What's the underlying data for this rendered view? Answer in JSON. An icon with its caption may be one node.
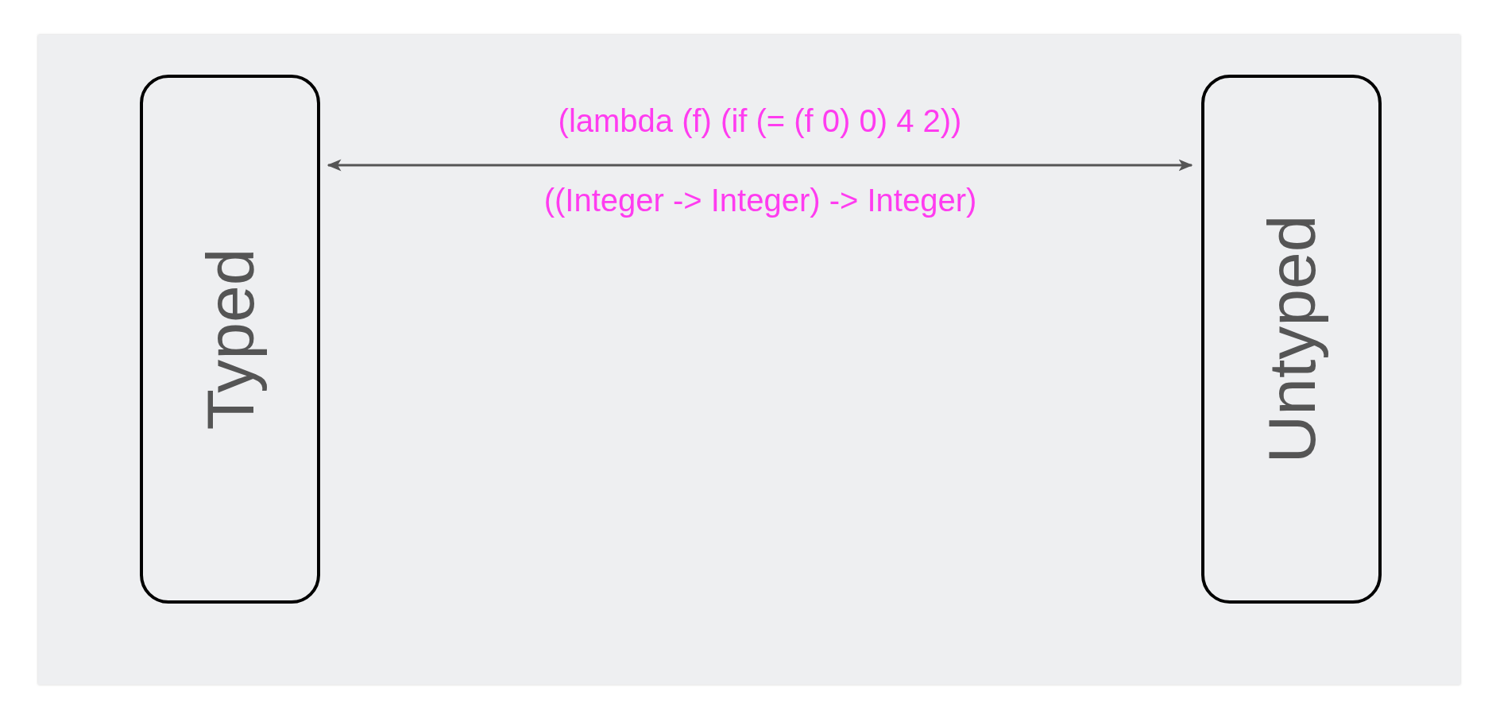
{
  "diagram": {
    "nodes": [
      {
        "text": [
          "Typed"
        ]
      },
      {
        "text": [
          "Untyped"
        ]
      }
    ],
    "edges": [
      {
        "from": 0,
        "to": 1,
        "arrow": "both",
        "label": "(lambda (f) (if (= (f 0) 0) 4 2))"
      }
    ],
    "labels": [
      "((Integer -> Integer) -> Integer)"
    ]
  }
}
